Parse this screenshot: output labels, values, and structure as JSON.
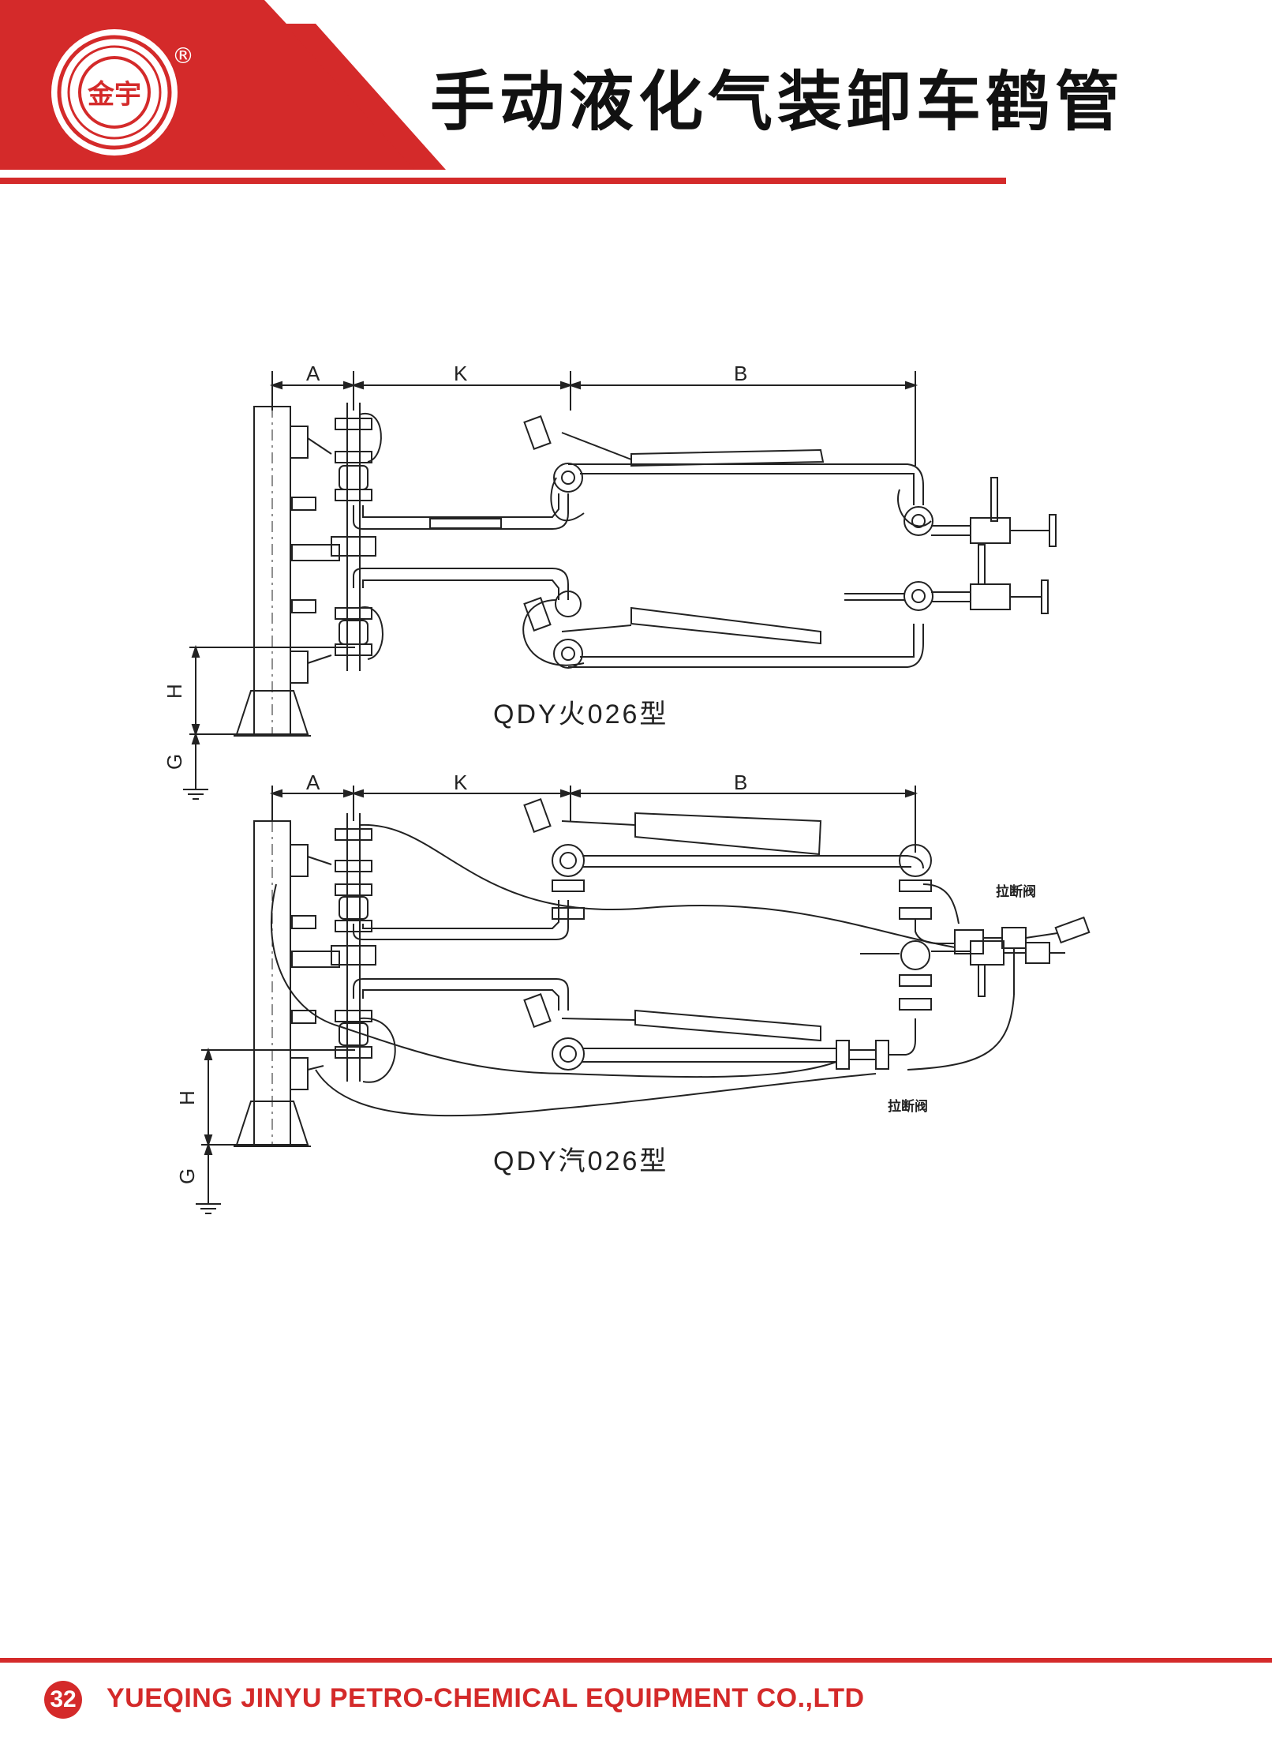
{
  "header": {
    "title": "手动液化气装卸车鹤管",
    "logo_text": "金宇",
    "registered_mark": "®",
    "brand_color": "#d42a2a"
  },
  "diagrams": [
    {
      "model_label": "QDY火026型",
      "dimensions": {
        "a": "A",
        "k": "K",
        "b": "B",
        "h": "H",
        "g": "G"
      }
    },
    {
      "model_label": "QDY汽026型",
      "dimensions": {
        "a": "A",
        "k": "K",
        "b": "B",
        "h": "H",
        "g": "G"
      },
      "valve_labels": [
        "拉断阀",
        "拉断阀"
      ]
    }
  ],
  "footer": {
    "page_number": "32",
    "company": "YUEQING JINYU PETRO-CHEMICAL EQUIPMENT CO.,LTD",
    "accent_color": "#d42a2a"
  }
}
